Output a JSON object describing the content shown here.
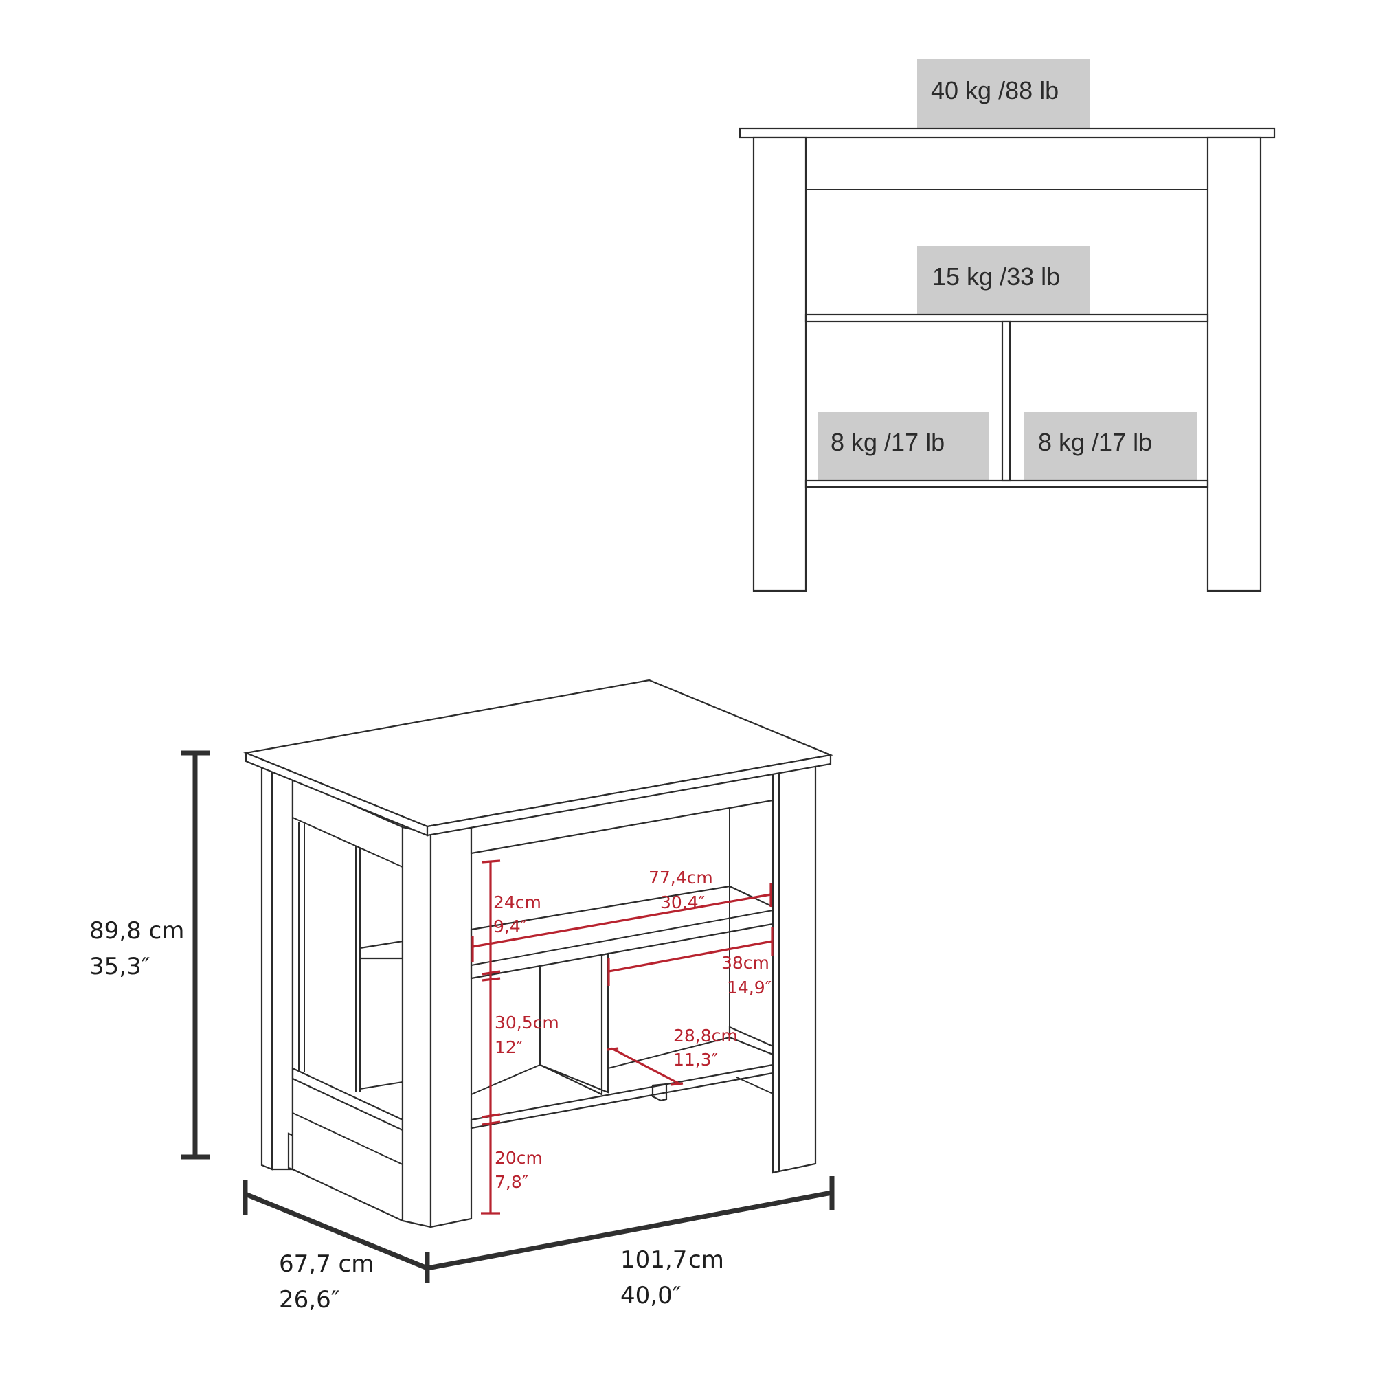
{
  "front_view": {
    "load_labels": {
      "top": "40 kg /88 lb",
      "middle_shelf": "15 kg /33 lb",
      "bottom_left": "8 kg /17 lb",
      "bottom_right": "8 kg /17 lb"
    },
    "colors": {
      "load_box": "#cccccc",
      "outline": "#2b2b2b"
    }
  },
  "isometric_view": {
    "overall_dimensions": {
      "height": {
        "cm": "89,8 cm",
        "in": "35,3″"
      },
      "depth": {
        "cm": "67,7 cm",
        "in": "26,6″"
      },
      "width": {
        "cm_value": "101,7",
        "cm_unit": "cm",
        "in": "40,0″"
      }
    },
    "interior_dimensions": {
      "upper_shelf_gap": {
        "cm": "24cm",
        "in": "9,4″"
      },
      "shelf_width": {
        "cm": "77,4cm",
        "in": "30,4″"
      },
      "cubby_width": {
        "cm": "38cm",
        "in": "14,9″"
      },
      "cubby_height": {
        "cm": "30,5cm",
        "in": "12″"
      },
      "shelf_depth": {
        "cm": "28,8cm",
        "in": "11,3″"
      },
      "floor_clearance": {
        "cm": "20cm",
        "in": "7,8″"
      }
    },
    "colors": {
      "dimension_red": "#b8232f",
      "dimension_black": "#2f2f2f"
    }
  }
}
